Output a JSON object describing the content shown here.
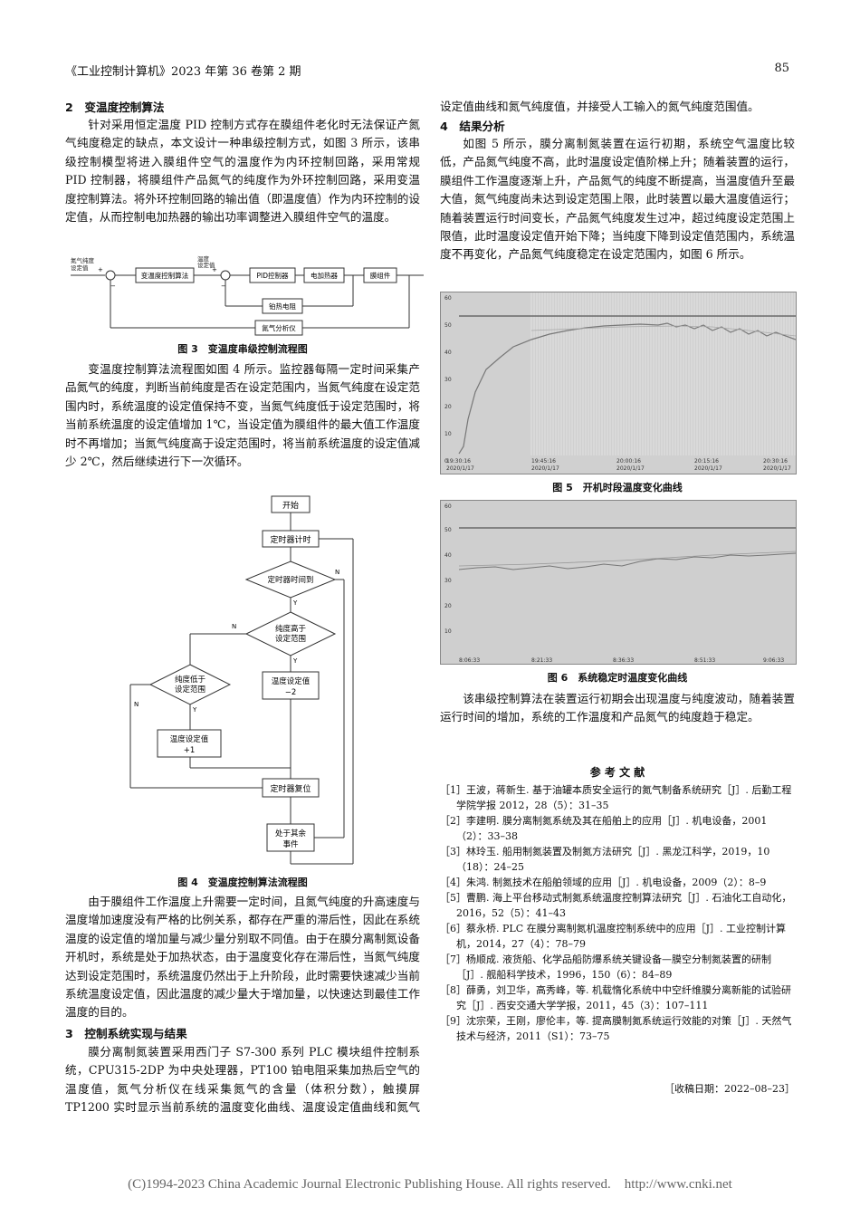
{
  "header": {
    "journal": "《工业控制计算机》2023 年第 36 卷第 2 期",
    "page": "85"
  },
  "sec2": {
    "title": "2　变温度控制算法",
    "p1": "针对采用恒定温度 PID 控制方式存在膜组件老化时无法保证产氮气纯度稳定的缺点，本文设计一种串级控制方式，如图 3 所示，该串级控制模型将进入膜组件空气的温度作为内环控制回路，采用常规 PID 控制器，将膜组件产品氮气的纯度作为外环控制回路，采用变温度控制算法。将外环控制回路的输出值（即温度值）作为内环控制的设定值，从而控制电加热器的输出功率调整进入膜组件空气的温度。",
    "p2": "变温度控制算法流程图如图 4 所示。监控器每隔一定时间采集产品氮气的纯度，判断当前纯度是否在设定范围内，当氮气纯度在设定范围内时，系统温度的设定值保持不变，当氮气纯度低于设定范围时，将当前系统温度的设定值增加 1℃，当设定值为膜组件的最大值工作温度时不再增加；当氮气纯度高于设定范围时，将当前系统温度的设定值减少 2℃，然后继续进行下一次循环。",
    "p3": "由于膜组件工作温度上升需要一定时间，且氮气纯度的升高速度与温度增加速度没有严格的比例关系，都存在严重的滞后性，因此在系统温度的设定值的增加量与减少量分别取不同值。由于在膜分离制氮设备开机时，系统是处于加热状态，由于温度变化存在滞后性，当氮气纯度达到设定范围时，系统温度仍然出于上升阶段，此时需要快速减少当前系统温度设定值，因此温度的减少量大于增加量，以快速达到最佳工作温度的目的。"
  },
  "fig3": {
    "caption": "图 3　变温度串级控制流程图",
    "label_purity_set": "氮气纯度\n设定值",
    "label_temp_set": "温度\n设定值",
    "block_var_temp": "变温度控制算法",
    "block_pid": "PID控制器",
    "block_heater": "电加热器",
    "block_membrane": "膜组件",
    "block_pt100": "铂热电阻",
    "block_analyzer": "氮气分析仪",
    "plus": "+",
    "minus": "−"
  },
  "fig4": {
    "caption": "图 4　变温度控制算法流程图",
    "start": "开始",
    "timer_count": "定时器计时",
    "timer_reached": "定时器时间到",
    "purity_high": "纯度高于\n设定范围",
    "purity_low": "纯度低于\n设定范围",
    "temp_minus": "温度设定值\n−2",
    "temp_plus": "温度设定值\n+1",
    "timer_reset": "定时器复位",
    "other_events": "处于其余\n事件",
    "y": "Y",
    "n": "N"
  },
  "sec3": {
    "title": "3　控制系统实现与结果",
    "p1": "膜分离制氮装置采用西门子 S7-300 系列 PLC 模块组件控制系统，CPU315-2DP 为中央处理器，PT100 铂电阻采集加热后空气的温度值，氮气分析仪在线采集氮气的含量（体积分数），触摸屏 TP1200 实时显示当前系统的温度变化曲线、温度设定值曲线和氮气纯度值，并接受人工输入的氮气纯度范围值。"
  },
  "sec4": {
    "title": "4　结果分析",
    "p1": "如图 5 所示，膜分离制氮装置在运行初期，系统空气温度比较低，产品氮气纯度不高，此时温度设定值阶梯上升；随着装置的运行，膜组件工作温度逐渐上升，产品氮气的纯度不断提高，当温度值升至最大值，氮气纯度尚未达到设定范围上限，此时装置以最大温度值运行；随着装置运行时间变长，产品氮气纯度发生过冲，超过纯度设定范围上限值，此时温度设定值开始下降；当纯度下降到设定值范围内，系统温度不再变化，产品氮气纯度稳定在设定范围内，如图 6 所示。",
    "p2": "该串级控制算法在装置运行初期会出现温度与纯度波动，随着装置运行时间的增加，系统的工作温度和产品氮气的纯度趋于稳定。"
  },
  "fig5": {
    "caption": "图 5　开机时段温度变化曲线",
    "yticks": [
      "60",
      "50",
      "40",
      "30",
      "20",
      "10",
      "0"
    ],
    "xticks": [
      "19:30:16\n2020/1/17",
      "19:45:16\n2020/1/17",
      "20:00:16\n2020/1/17",
      "20:15:16\n2020/1/17",
      "20:30:16\n2020/1/17"
    ]
  },
  "fig6": {
    "caption": "图 6　系统稳定时温度变化曲线",
    "yticks": [
      "60",
      "50",
      "40",
      "30",
      "20",
      "10"
    ],
    "xticks": [
      "8:06:33",
      "8:21:33",
      "8:36:33",
      "8:51:33",
      "9:06:33"
    ]
  },
  "refs": {
    "title": "参 考 文 献",
    "items": [
      "［1］王波，蒋新生. 基于油罐本质安全运行的氮气制备系统研究［J］. 后勤工程学院学报 2012，28（5）：31–35",
      "［2］李建明. 膜分离制氮系统及其在船舶上的应用［J］. 机电设备，2001（2）：33–38",
      "［3］林玲玉. 船用制氮装置及制氮方法研究［J］. 黑龙江科学，2019，10（18）：24–25",
      "［4］朱鸿. 制氮技术在船舶领域的应用［J］. 机电设备，2009（2）：8–9",
      "［5］曹鹏. 海上平台移动式制氮系统温度控制算法研究［J］. 石油化工自动化，2016，52（5）：41–43",
      "［6］蔡永桥. PLC 在膜分离制氮机温度控制系统中的应用［J］. 工业控制计算机，2014，27（4）：78–79",
      "［7］杨顺成. 液货船、化学品船防爆系统关键设备—膜空分制氮装置的研制［J］. 舰船科学技术，1996，150（6）：84–89",
      "［8］薛勇，刘卫华，高秀峰，等. 机载惰化系统中中空纤维膜分离新能的试验研究［J］. 西安交通大学学报，2011，45（3）：107–111",
      "［9］沈宗荣，王刚，廖伦丰，等. 提高膜制氮系统运行效能的对策［J］. 天然气技术与经济，2011（S1）：73–75"
    ],
    "received": "［收稿日期：2022–08–23］"
  },
  "footer": "(C)1994-2023 China Academic Journal Electronic Publishing House. All rights reserved.　http://www.cnki.net"
}
